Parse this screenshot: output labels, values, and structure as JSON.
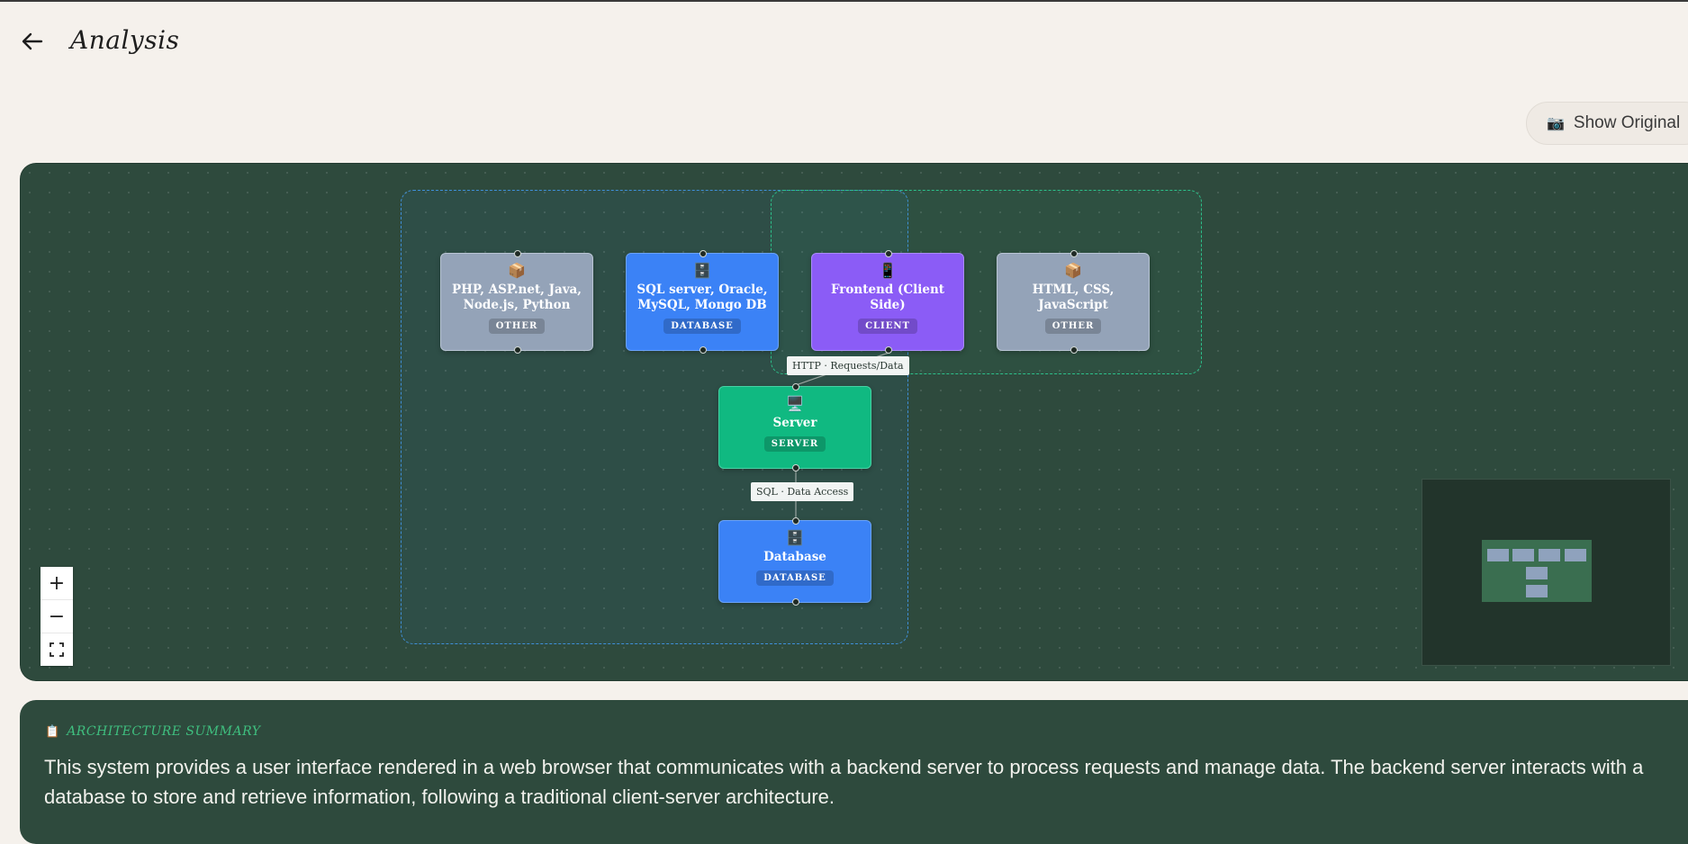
{
  "header": {
    "title": "Analysis",
    "back_icon": "arrow-left-icon"
  },
  "toolbar": {
    "show_original_label": "Show Original",
    "show_original_icon": "camera-icon"
  },
  "diagram": {
    "nodes": [
      {
        "id": "n1",
        "label": "PHP, ASP.net, Java, Node.js, Python",
        "type": "OTHER",
        "icon": "📦"
      },
      {
        "id": "n2",
        "label": "SQL server, Oracle, MySQL, Mongo DB",
        "type": "DATABASE",
        "icon": "🗄️"
      },
      {
        "id": "n3",
        "label": "Frontend (Client Side)",
        "type": "CLIENT",
        "icon": "📱"
      },
      {
        "id": "n4",
        "label": "HTML, CSS, JavaScript",
        "type": "OTHER",
        "icon": "📦"
      },
      {
        "id": "n5",
        "label": "Server",
        "type": "SERVER",
        "icon": "🖥️"
      },
      {
        "id": "n6",
        "label": "Database",
        "type": "DATABASE",
        "icon": "🗄️"
      }
    ],
    "edges": [
      {
        "from": "Frontend (Client Side)",
        "to": "Server",
        "label": "HTTP · Requests/Data"
      },
      {
        "from": "Server",
        "to": "Database",
        "label": "SQL · Data Access"
      }
    ],
    "colors": {
      "other": "#94a3b8",
      "database": "#3b82f6",
      "client": "#8b5cf6",
      "server": "#10b981",
      "canvas": "#2e4a3d"
    }
  },
  "controls": {
    "zoom_in": "+",
    "zoom_out": "−",
    "fit_view_icon": "fit-view-icon"
  },
  "summary": {
    "title": "ARCHITECTURE SUMMARY",
    "icon": "clipboard-icon",
    "text": "This system provides a user interface rendered in a web browser that communicates with a backend server to process requests and manage data. The backend server interacts with a database to store and retrieve information, following a traditional client-server architecture."
  }
}
